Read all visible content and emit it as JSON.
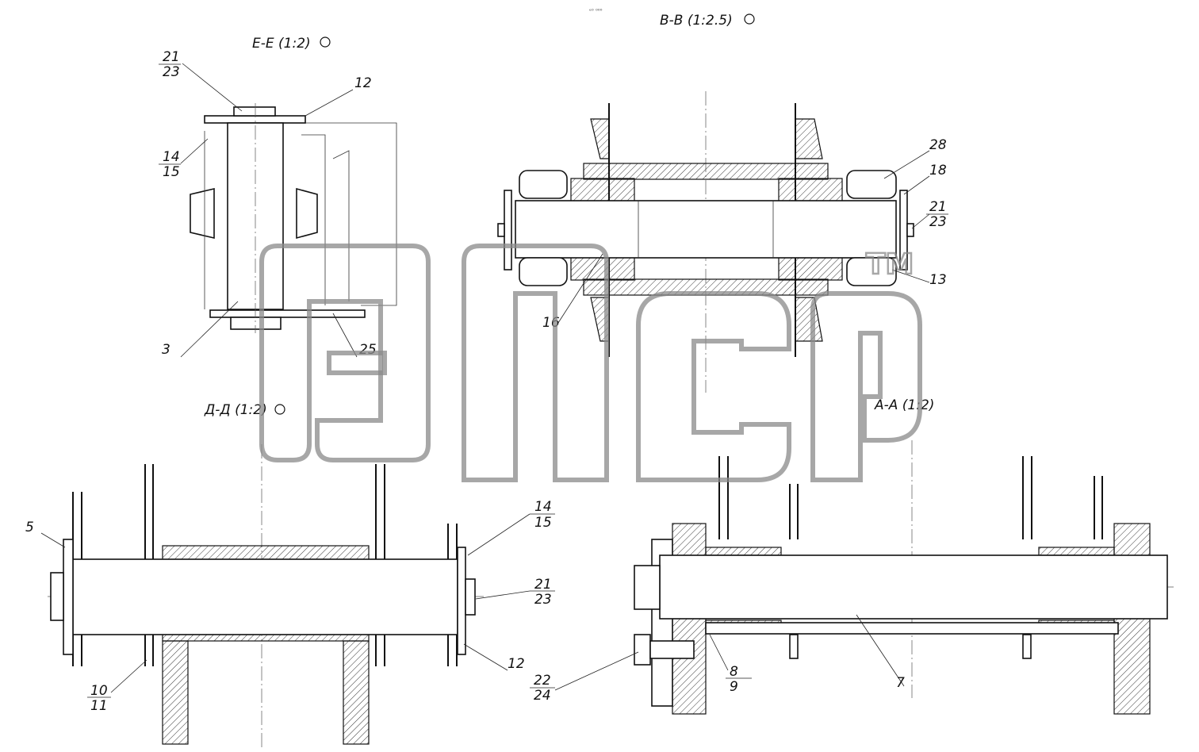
{
  "header_mark": "ᵉ⁰ ⁰⁰⁰",
  "views": {
    "ee": "Е-Е (1:2)",
    "bb": "В-В (1:2.5)",
    "dd": "Д-Д (1:2)",
    "aa": "А-А (1:2)"
  },
  "callouts": {
    "ee_21": "21",
    "ee_23": "23",
    "ee_12": "12",
    "ee_14": "14",
    "ee_15": "15",
    "ee_3": "3",
    "ee_25": "25",
    "bb_28": "28",
    "bb_18": "18",
    "bb_21": "21",
    "bb_23": "23",
    "bb_13": "13",
    "bb_16": "16",
    "dd_5": "5",
    "dd_14": "14",
    "dd_15": "15",
    "dd_21": "21",
    "dd_23": "23",
    "dd_12": "12",
    "dd_10": "10",
    "dd_11": "11",
    "aa_22": "22",
    "aa_24": "24",
    "aa_8": "8",
    "aa_9": "9",
    "aa_7": "7"
  },
  "watermark": {
    "mark": "ТМ"
  }
}
